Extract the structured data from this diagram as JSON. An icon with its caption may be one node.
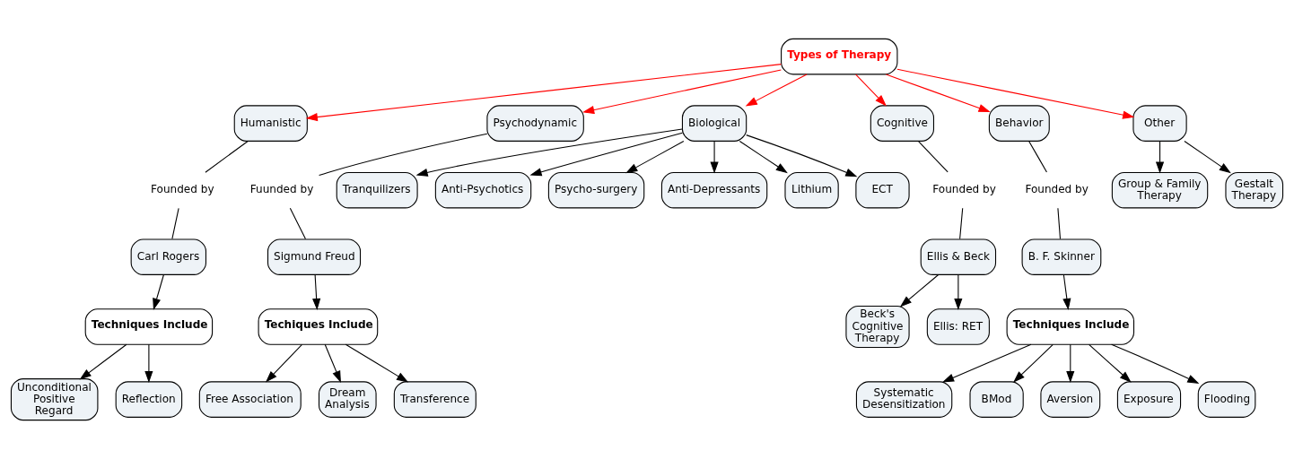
{
  "diagram": {
    "nodes": [
      {
        "text": [
          "Types of Therapy"
        ]
      },
      {
        "text": [
          "Humanistic"
        ]
      },
      {
        "text": [
          "Psychodynamic"
        ]
      },
      {
        "text": [
          "Biological"
        ]
      },
      {
        "text": [
          "Cognitive"
        ]
      },
      {
        "text": [
          "Behavior"
        ]
      },
      {
        "text": [
          "Other"
        ]
      },
      {
        "text": [
          "Founded by"
        ]
      },
      {
        "text": [
          "Carl Rogers"
        ]
      },
      {
        "text": [
          "Techniques Include"
        ]
      },
      {
        "text": [
          "Unconditional Positive Regard"
        ]
      },
      {
        "text": [
          "Reflection"
        ]
      },
      {
        "text": [
          "Fuunded by"
        ]
      },
      {
        "text": [
          "Sigmund Freud"
        ]
      },
      {
        "text": [
          "Techiques Include"
        ]
      },
      {
        "text": [
          "Free Association"
        ]
      },
      {
        "text": [
          "Dream Analysis"
        ]
      },
      {
        "text": [
          "Transference"
        ]
      },
      {
        "text": [
          "Tranquilizers"
        ]
      },
      {
        "text": [
          "Anti-Psychotics"
        ]
      },
      {
        "text": [
          "Psycho-surgery"
        ]
      },
      {
        "text": [
          "Anti-Depressants"
        ]
      },
      {
        "text": [
          "Lithium"
        ]
      },
      {
        "text": [
          "ECT"
        ]
      },
      {
        "text": [
          "Founded by"
        ]
      },
      {
        "text": [
          "Ellis & Beck"
        ]
      },
      {
        "text": [
          "Beck's Cognitive Therapy"
        ]
      },
      {
        "text": [
          "Ellis: RET"
        ]
      },
      {
        "text": [
          "Founded by"
        ]
      },
      {
        "text": [
          "B. F. Skinner"
        ]
      },
      {
        "text": [
          "Techniques Include"
        ]
      },
      {
        "text": [
          "Systematic Desensitization"
        ]
      },
      {
        "text": [
          "BMod"
        ]
      },
      {
        "text": [
          "Aversion"
        ]
      },
      {
        "text": [
          "Exposure"
        ]
      },
      {
        "text": [
          "Flooding"
        ]
      },
      {
        "text": [
          "Group & Family Therapy"
        ]
      },
      {
        "text": [
          "Gestalt Therapy"
        ]
      }
    ],
    "edges": [
      {
        "from": 0,
        "to": 1,
        "arrow": "to",
        "color": "#ff0000"
      },
      {
        "from": 0,
        "to": 2,
        "arrow": "to",
        "color": "#ff0000"
      },
      {
        "from": 0,
        "to": 3,
        "arrow": "to",
        "color": "#ff0000"
      },
      {
        "from": 0,
        "to": 4,
        "arrow": "to",
        "color": "#ff0000"
      },
      {
        "from": 0,
        "to": 5,
        "arrow": "to",
        "color": "#ff0000"
      },
      {
        "from": 0,
        "to": 6,
        "arrow": "to",
        "color": "#ff0000"
      },
      {
        "from": 1,
        "to": 7,
        "arrow": "none"
      },
      {
        "from": 7,
        "to": 8,
        "arrow": "none"
      },
      {
        "from": 8,
        "to": 9,
        "arrow": "to"
      },
      {
        "from": 9,
        "to": 10,
        "arrow": "to"
      },
      {
        "from": 9,
        "to": 11,
        "arrow": "to"
      },
      {
        "from": 2,
        "to": 12,
        "arrow": "none"
      },
      {
        "from": 12,
        "to": 13,
        "arrow": "none"
      },
      {
        "from": 13,
        "to": 14,
        "arrow": "to"
      },
      {
        "from": 14,
        "to": 15,
        "arrow": "to"
      },
      {
        "from": 14,
        "to": 16,
        "arrow": "to"
      },
      {
        "from": 14,
        "to": 17,
        "arrow": "to"
      },
      {
        "from": 3,
        "to": 18,
        "arrow": "to"
      },
      {
        "from": 3,
        "to": 19,
        "arrow": "to"
      },
      {
        "from": 3,
        "to": 20,
        "arrow": "to"
      },
      {
        "from": 3,
        "to": 21,
        "arrow": "to"
      },
      {
        "from": 3,
        "to": 22,
        "arrow": "to"
      },
      {
        "from": 3,
        "to": 23,
        "arrow": "to"
      },
      {
        "from": 4,
        "to": 24,
        "arrow": "none"
      },
      {
        "from": 24,
        "to": 25,
        "arrow": "none"
      },
      {
        "from": 25,
        "to": 26,
        "arrow": "to"
      },
      {
        "from": 25,
        "to": 27,
        "arrow": "to"
      },
      {
        "from": 5,
        "to": 28,
        "arrow": "none"
      },
      {
        "from": 28,
        "to": 29,
        "arrow": "none"
      },
      {
        "from": 29,
        "to": 30,
        "arrow": "to"
      },
      {
        "from": 30,
        "to": 31,
        "arrow": "to"
      },
      {
        "from": 30,
        "to": 32,
        "arrow": "to"
      },
      {
        "from": 30,
        "to": 33,
        "arrow": "to"
      },
      {
        "from": 30,
        "to": 34,
        "arrow": "to"
      },
      {
        "from": 30,
        "to": 35,
        "arrow": "to"
      },
      {
        "from": 6,
        "to": 36,
        "arrow": "to"
      },
      {
        "from": 6,
        "to": 37,
        "arrow": "to"
      }
    ]
  }
}
